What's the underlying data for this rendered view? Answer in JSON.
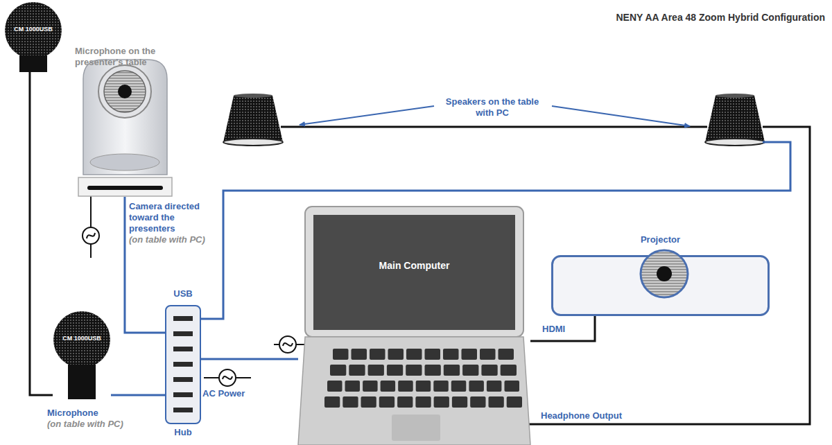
{
  "diagram": {
    "title": "NENY AA Area 48 Zoom Hybrid Configuration",
    "nodes": [
      {
        "text": [
          "CM 1000USB",
          "Microphone on the presenter's table"
        ]
      },
      {
        "text": [
          "Camera directed toward the presenters",
          "(on table with PC)"
        ]
      },
      {
        "text": [
          "USB",
          "Hub"
        ]
      },
      {
        "text": [
          "CM 1000USB",
          "Microphone",
          "(on table with PC)"
        ]
      },
      {
        "text": [
          "Main Computer"
        ]
      },
      {
        "text": [
          "Projector"
        ]
      }
    ],
    "edges": [
      {
        "from": 0,
        "to": 3,
        "arrow": "none"
      },
      {
        "from": 1,
        "to": 2,
        "arrow": "none"
      },
      {
        "from": 3,
        "to": 2,
        "arrow": "none"
      },
      {
        "from": 2,
        "to": 4,
        "arrow": "none"
      },
      {
        "from": 4,
        "to": 5,
        "label": "HDMI",
        "arrow": "none"
      }
    ],
    "labels": [
      "Speakers on the table with PC",
      "AC Power",
      "Headphone Output"
    ]
  }
}
